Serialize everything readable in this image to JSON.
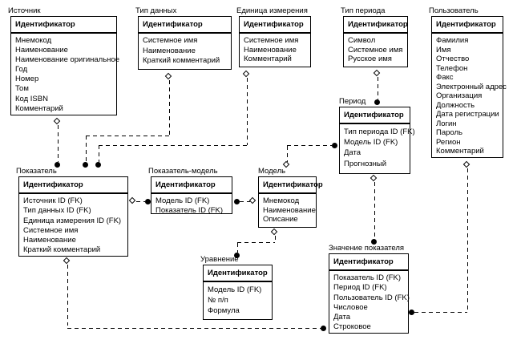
{
  "diagram": {
    "colors": {
      "background": "#ffffff",
      "line": "#000000",
      "text": "#000000"
    },
    "entities": [
      {
        "id": "source",
        "title": "Источник",
        "header": "Идентификатор",
        "attributes": [
          "Мнемокод",
          "Наименование",
          "Наименование оригинальное",
          "Год",
          "Номер",
          "Том",
          "Код ISBN",
          "Комментарий"
        ]
      },
      {
        "id": "data_type",
        "title": "Тип данных",
        "header": "Идентификатор",
        "attributes": [
          "Системное имя",
          "Наименование",
          "Краткий комментарий"
        ]
      },
      {
        "id": "unit",
        "title": "Единица измерения",
        "header": "Идентификатор",
        "attributes": [
          "Системное имя",
          "Наименование",
          "Комментарий"
        ]
      },
      {
        "id": "period_type",
        "title": "Тип периода",
        "header": "Идентификатор",
        "attributes": [
          "Символ",
          "Системное имя",
          "Русское имя"
        ]
      },
      {
        "id": "user",
        "title": "Пользователь",
        "header": "Идентификатор",
        "attributes": [
          "Фамилия",
          "Имя",
          "Отчество",
          "Телефон",
          "Факс",
          "Электронный адрес",
          "Организация",
          "Должность",
          "Дата регистрации",
          "Логин",
          "Пароль",
          "Регион",
          "Комментарий"
        ]
      },
      {
        "id": "period",
        "title": "Период",
        "header": "Идентификатор",
        "attributes": [
          "Тип периода ID (FK)",
          "Модель ID (FK)",
          "Дата",
          "Прогнозный"
        ]
      },
      {
        "id": "indicator",
        "title": "Показатель",
        "header": "Идентификатор",
        "attributes": [
          "Источник ID (FK)",
          "Тип данных ID (FK)",
          "Единица измерения ID (FK)",
          "Системное имя",
          "Наименование",
          "Краткий комментарий"
        ]
      },
      {
        "id": "indicator_model",
        "title": "Показатель-модель",
        "header": "Идентификатор",
        "attributes": [
          "Модель ID (FK)",
          "Показатель ID (FK)"
        ]
      },
      {
        "id": "model",
        "title": "Модель",
        "header": "Идентификатор",
        "attributes": [
          "Мнемокод",
          "Наименование",
          "Описание"
        ]
      },
      {
        "id": "equation",
        "title": "Уравнение",
        "header": "Идентификатор",
        "attributes": [
          "Модель ID (FK)",
          "№ п/п",
          "Формула"
        ]
      },
      {
        "id": "value",
        "title": "Значение показателя",
        "header": "Идентификатор",
        "attributes": [
          "Показатель ID (FK)",
          "Период ID (FK)",
          "Пользователь ID (FK)",
          "Числовое",
          "Дата",
          "Строковое"
        ]
      }
    ],
    "relationships": [
      {
        "parent": "Источник",
        "child": "Показатель"
      },
      {
        "parent": "Тип данных",
        "child": "Показатель"
      },
      {
        "parent": "Единица измерения",
        "child": "Показатель"
      },
      {
        "parent": "Тип периода",
        "child": "Период"
      },
      {
        "parent": "Пользователь",
        "child": "Значение показателя"
      },
      {
        "parent": "Показатель",
        "child": "Показатель-модель"
      },
      {
        "parent": "Модель",
        "child": "Показатель-модель"
      },
      {
        "parent": "Модель",
        "child": "Период"
      },
      {
        "parent": "Модель",
        "child": "Уравнение"
      },
      {
        "parent": "Период",
        "child": "Значение показателя"
      },
      {
        "parent": "Показатель",
        "child": "Значение показателя"
      }
    ]
  }
}
